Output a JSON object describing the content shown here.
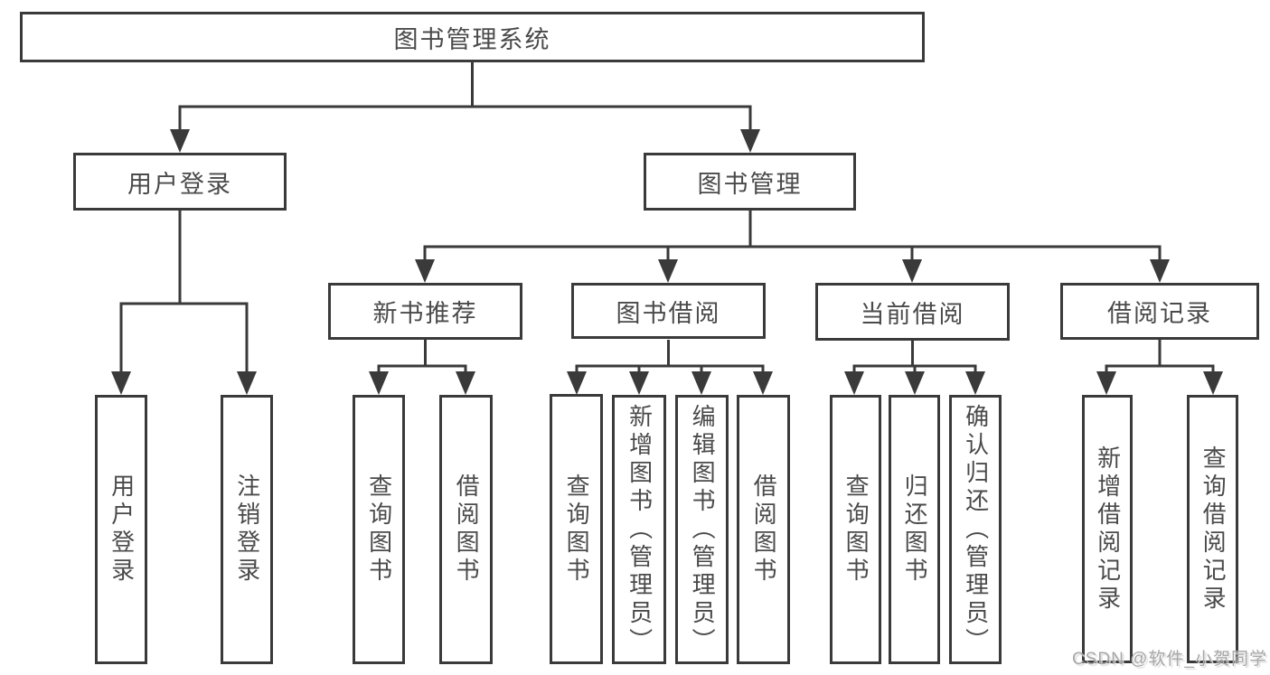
{
  "diagram": {
    "tree": {
      "label": "图书管理系统",
      "children": [
        {
          "label": "用户登录",
          "children": [
            {
              "label": "用户登录"
            },
            {
              "label": "注销登录"
            }
          ]
        },
        {
          "label": "图书管理",
          "children": [
            {
              "label": "新书推荐",
              "children": [
                {
                  "label": "查询图书"
                },
                {
                  "label": "借阅图书"
                }
              ]
            },
            {
              "label": "图书借阅",
              "children": [
                {
                  "label": "查询图书"
                },
                {
                  "label": "新增图书（管理员）"
                },
                {
                  "label": "编辑图书（管理员）"
                },
                {
                  "label": "借阅图书"
                }
              ]
            },
            {
              "label": "当前借阅",
              "children": [
                {
                  "label": "查询图书"
                },
                {
                  "label": "归还图书"
                },
                {
                  "label": "确认归还（管理员）"
                }
              ]
            },
            {
              "label": "借阅记录",
              "children": [
                {
                  "label": "新增借阅记录"
                },
                {
                  "label": "查询借阅记录"
                }
              ]
            }
          ]
        }
      ]
    },
    "watermark": "CSDN @软件_小贺同学",
    "colors": {
      "line": "#3a3a3a",
      "text": "#4a4a4a",
      "watermark": "#a8a8a8",
      "background": "#ffffff"
    }
  }
}
